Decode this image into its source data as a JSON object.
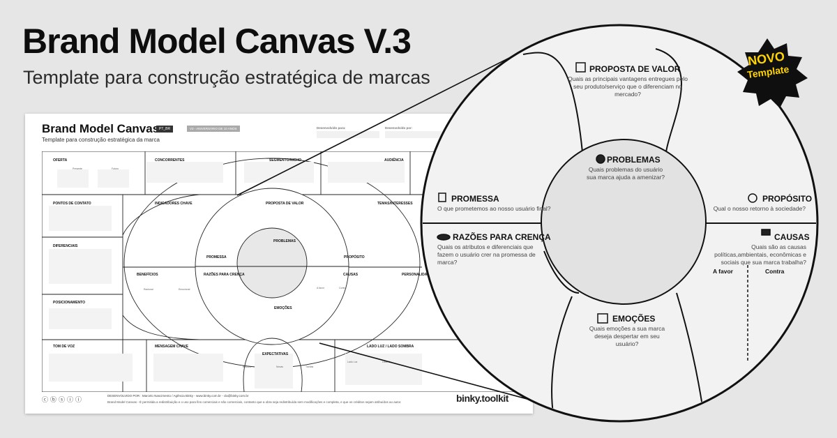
{
  "header": {
    "title": "Brand Model Canvas V.3",
    "subtitle": "Template para construção estratégica de marcas"
  },
  "badge": {
    "line1": "NOVO",
    "line2": "Template",
    "color": "#ffd400"
  },
  "sheet": {
    "title": "Brand Model Canvas",
    "subtitle": "Template para construção estratégica da marca",
    "lang": "PT_BR",
    "version": "V3 - ANIVERSÁRIO DE 10 ANOS",
    "field_developed_for": "Desenvolvido para:",
    "field_developed_by": "Desenvolvido por:",
    "cells": {
      "oferta": "OFERTA",
      "concorrentes": "CONCORRENTES",
      "segmento": "SEGMENTO/NICHO",
      "audiencia": "AUDIÊNCIA",
      "pontos": "PONTOS DE CONTATO",
      "indicadores": "INDICADORES CHAVE",
      "proposta": "PROPOSTA DE VALOR",
      "temas": "TEMAS/INTERESSES",
      "diferenciais": "DIFERENCIAIS",
      "problemas": "PROBLEMAS",
      "promessa": "PROMESSA",
      "proposito": "PROPÓSITO",
      "beneficios": "BENEFÍCIOS",
      "razoes": "RAZÕES PARA CRENÇA",
      "causas": "CAUSAS",
      "personalidade": "PERSONALIDADE",
      "posicionamento": "POSICIONAMENTO",
      "emocoes": "EMOÇÕES",
      "tom": "TOM DE VOZ",
      "mensagem": "MENSAGEM CHAVE",
      "expectativas": "EXPECTATIVAS",
      "lado": "LADO LUZ / LADO SOMBRA",
      "presente": "Presente",
      "futuro": "Futuro",
      "racional": "Racional",
      "emocional": "Emocional",
      "afavor": "A favor",
      "contra": "Contra",
      "basicas": "Básicas",
      "novas": "Novas",
      "tacitas": "Tácitas",
      "lado_luz": "Lado Luz",
      "lado_sombra": "Lado Ilu"
    },
    "credit": "DESENVOLVIDO POR : Marcelo Nascimento / Agência Binky - www.binky.com.br - cla@binky.com.br",
    "license": "Brand Model Canvas - É permitida a redistribuição e o uso para fins comerciais e não comerciais, contanto que a obra seja redistribuída sem modificações e completa, e que os créditos sejam atribuídos ao autor.",
    "logo": "binky.toolkit"
  },
  "zoom": {
    "proposta": {
      "label": "PROPOSTA DE VALOR",
      "desc": "Quais as principais vantagens entregues pelo seu produto/serviço que o diferenciam no mercado?",
      "icon": "box-icon"
    },
    "problemas": {
      "label": "PROBLEMAS",
      "desc": "Quais problemas do usuário sua marca ajuda a amenizar?",
      "icon": "bomb-icon"
    },
    "promessa": {
      "label": "PROMESSA",
      "desc": "O que prometemos ao nosso usuário final?",
      "icon": "hand-promise-icon"
    },
    "proposito": {
      "label": "PROPÓSITO",
      "desc": "Qual o nosso retorno à sociedade?",
      "icon": "target-icon"
    },
    "razoes": {
      "label": "RAZÕES PARA CRENÇA",
      "desc": "Quais os atributos e diferenciais que fazem o usuário crer na promessa de marca?",
      "icon": "hat-icon"
    },
    "causas": {
      "label": "CAUSAS",
      "desc": "Quais são as causas políticas,ambientais, econômicas e sociais que sua marca trabalha?",
      "icon": "flag-icon",
      "afavor": "A favor",
      "contra": "Contra"
    },
    "emocoes": {
      "label": "EMOÇÕES",
      "desc": "Quais emoções a sua marca deseja despertar em seu usuário?",
      "icon": "masks-icon"
    }
  }
}
